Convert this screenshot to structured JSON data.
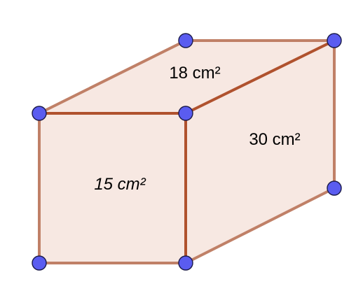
{
  "diagram": {
    "shape": "rectangular prism",
    "labels": {
      "top_face": "18 cm²",
      "right_face": "30 cm²",
      "front_face": "15 cm²"
    },
    "colors": {
      "face_fill": "#f7e8e2",
      "edge_back": "#c08067",
      "edge_front": "#b0522e",
      "vertex_fill": "#5a5cf0",
      "vertex_stroke": "#1a1a4a",
      "label_text": "#000000"
    }
  }
}
